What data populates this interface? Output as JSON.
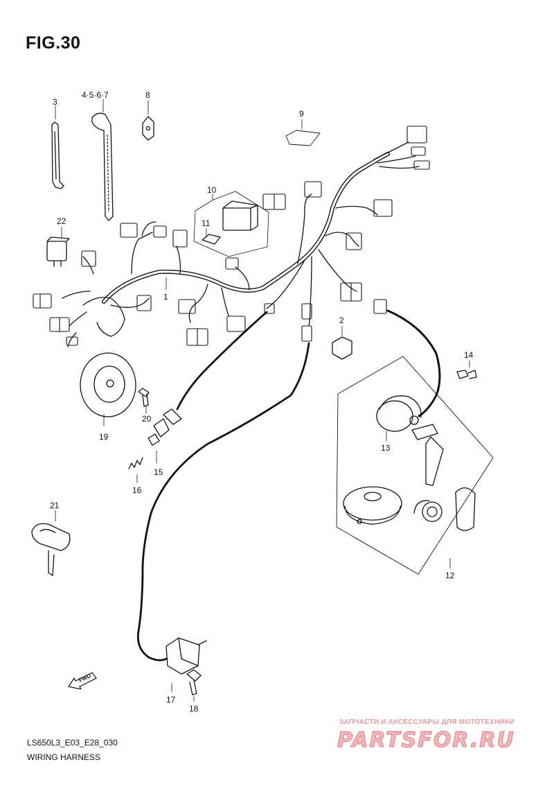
{
  "figure": {
    "title": "FIG.30",
    "diagram_code": "LS650L3_E03_E28_030",
    "diagram_name": "WIRING HARNESS"
  },
  "callouts": {
    "c1": "1",
    "c2": "2",
    "c3": "3",
    "c4567": "4·5·6·7",
    "c8": "8",
    "c9": "9",
    "c10": "10",
    "c11": "11",
    "c12": "12",
    "c13": "13",
    "c14": "14",
    "c15": "15",
    "c16": "16",
    "c17": "17",
    "c18": "18",
    "c19": "19",
    "c20": "20",
    "c21": "21",
    "c22": "22"
  },
  "direction_marker": "FWD",
  "watermark": {
    "tagline": "ЗАПЧАСТИ И АКСЕССУАРЫ ДЛЯ МОТОТЕХНИКИ",
    "brand": "PARTSFOR.RU"
  }
}
